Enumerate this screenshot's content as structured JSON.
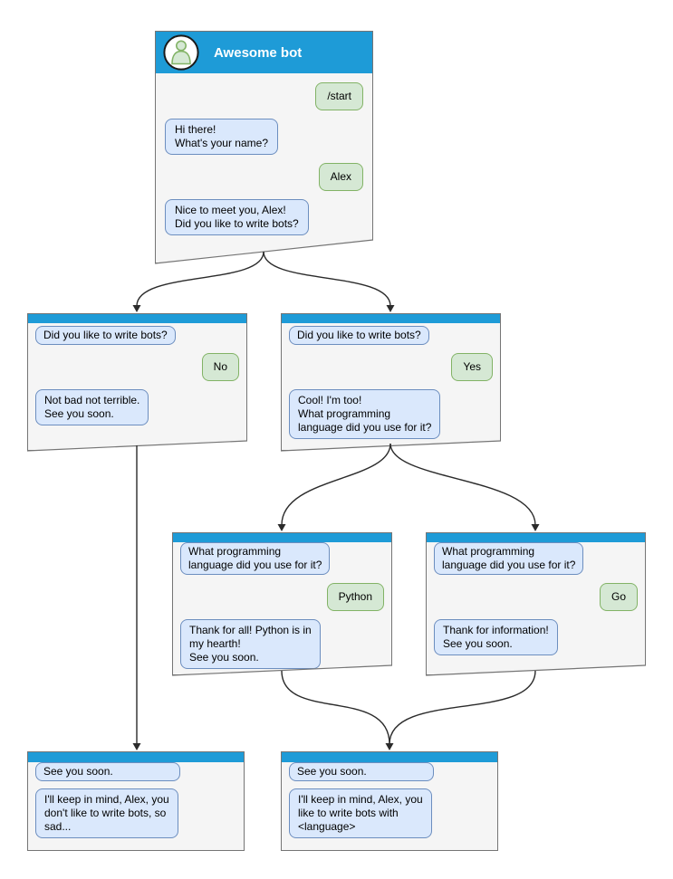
{
  "colors": {
    "header-blue": "#1e9bd7",
    "window-fill": "#f5f5f5",
    "window-border": "#757575",
    "bot-fill": "#dae8fc",
    "bot-border": "#6c8ebf",
    "user-fill": "#d5e8d4",
    "user-border": "#82b366",
    "connector": "#2b2b2b",
    "title-text": "#ffffff"
  },
  "windows": {
    "root": {
      "title": "Awesome bot",
      "avatar_icon": "person-icon",
      "messages": [
        {
          "from": "user",
          "text": "/start"
        },
        {
          "from": "bot",
          "text": "Hi there!\nWhat's your name?"
        },
        {
          "from": "user",
          "text": "Alex"
        },
        {
          "from": "bot",
          "text": "Nice to meet you, Alex!\nDid you like to write bots?"
        }
      ]
    },
    "no_branch": {
      "messages": [
        {
          "from": "bot",
          "text": "Did you like to write bots?"
        },
        {
          "from": "user",
          "text": "No"
        },
        {
          "from": "bot",
          "text": "Not bad not terrible.\nSee you soon."
        }
      ]
    },
    "yes_branch": {
      "messages": [
        {
          "from": "bot",
          "text": "Did you like to write bots?"
        },
        {
          "from": "user",
          "text": "Yes"
        },
        {
          "from": "bot",
          "text": "Cool! I'm too!\nWhat programming\nlanguage did you use for it?"
        }
      ]
    },
    "python_branch": {
      "messages": [
        {
          "from": "bot",
          "text": "What programming\nlanguage did you use for it?"
        },
        {
          "from": "user",
          "text": "Python"
        },
        {
          "from": "bot",
          "text": "Thank for all! Python is in\nmy hearth!\nSee you soon."
        }
      ]
    },
    "go_branch": {
      "messages": [
        {
          "from": "bot",
          "text": "What programming\nlanguage did you use for it?"
        },
        {
          "from": "user",
          "text": "Go"
        },
        {
          "from": "bot",
          "text": "Thank for information!\nSee you soon."
        }
      ]
    },
    "end_no": {
      "messages": [
        {
          "from": "bot",
          "text": "See you soon."
        },
        {
          "from": "bot",
          "text": "I'll keep in mind, Alex, you\ndon't like to write bots, so\nsad..."
        }
      ]
    },
    "end_yes": {
      "messages": [
        {
          "from": "bot",
          "text": "See you soon."
        },
        {
          "from": "bot",
          "text": "I'll keep in mind, Alex, you\nlike to write bots with\n<language>"
        }
      ]
    }
  }
}
